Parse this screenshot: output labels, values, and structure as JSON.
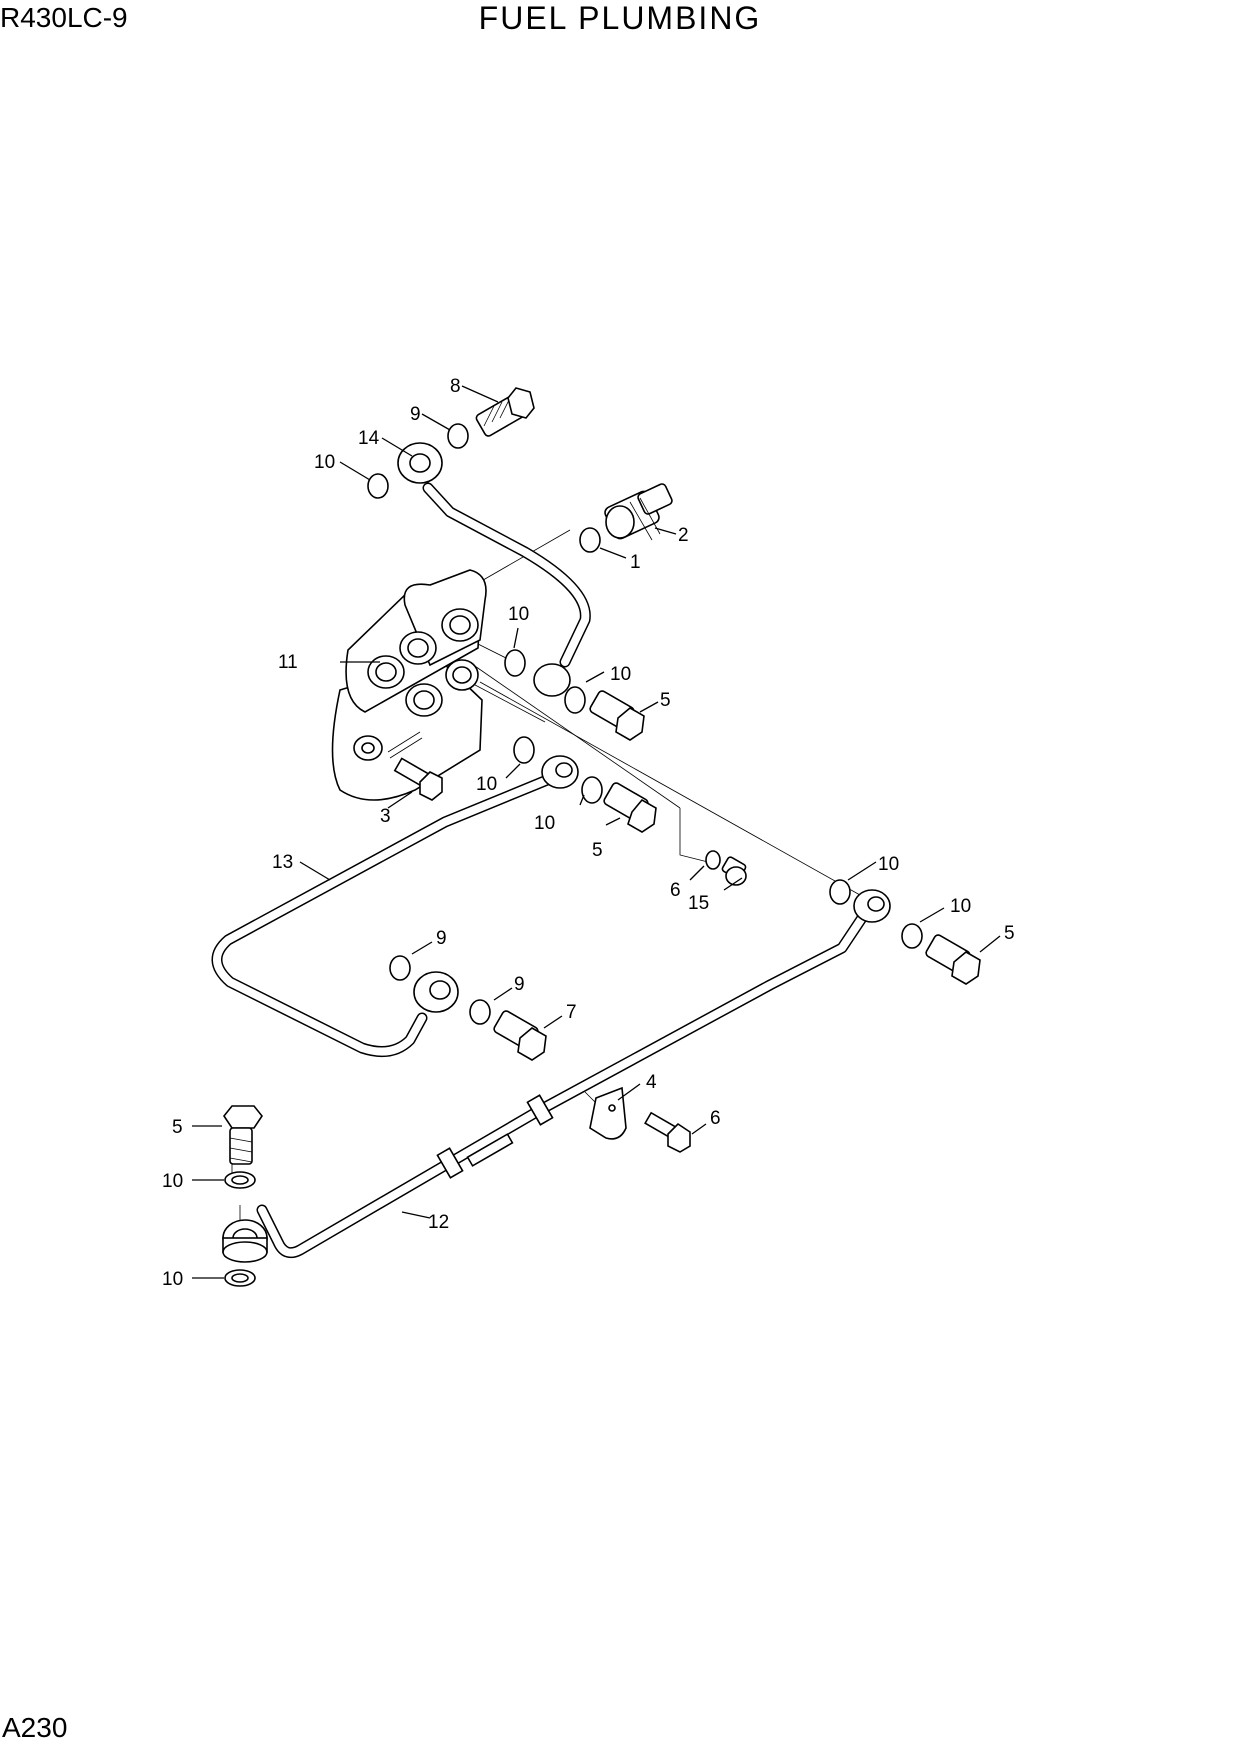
{
  "header": {
    "model": "R430LC-9",
    "title": "FUEL PLUMBING"
  },
  "footer": {
    "page_code": "A230"
  },
  "callouts": {
    "c1": "1",
    "c2": "2",
    "c3": "3",
    "c4": "4",
    "c5a": "5",
    "c5b": "5",
    "c5c": "5",
    "c5d": "5",
    "c6a": "6",
    "c6b": "6",
    "c7": "7",
    "c8": "8",
    "c9a": "9",
    "c9b": "9",
    "c9c": "9",
    "c10a": "10",
    "c10b": "10",
    "c10c": "10",
    "c10d": "10",
    "c10e": "10",
    "c10f": "10",
    "c10g": "10",
    "c10h": "10",
    "c10i": "10",
    "c11": "11",
    "c12": "12",
    "c13": "13",
    "c14": "14",
    "c15": "15"
  }
}
